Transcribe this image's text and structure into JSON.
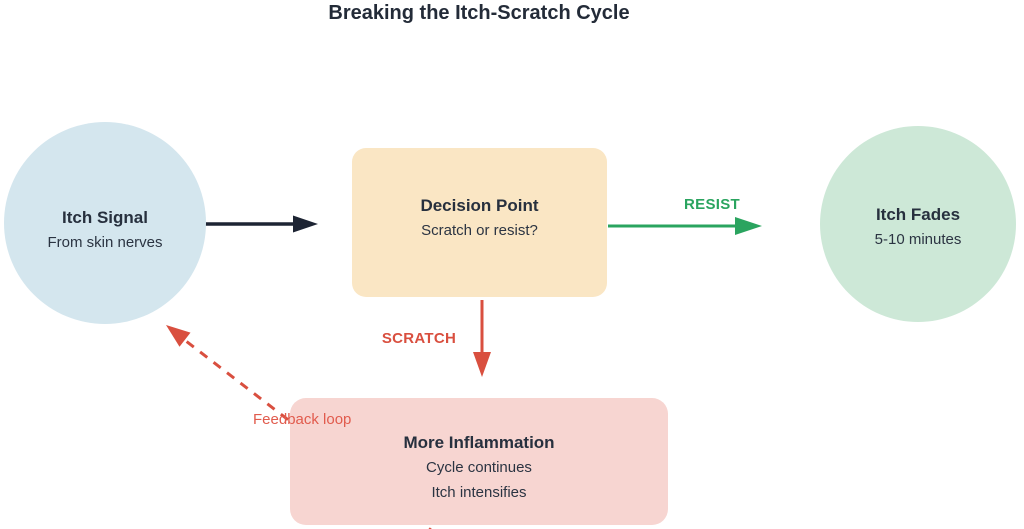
{
  "title": "Breaking the Itch-Scratch Cycle",
  "nodes": {
    "itch_signal": {
      "title": "Itch Signal",
      "subtitle": "From skin nerves"
    },
    "decision_point": {
      "title": "Decision Point",
      "subtitle": "Scratch or resist?"
    },
    "itch_fades": {
      "title": "Itch Fades",
      "subtitle": "5-10 minutes"
    },
    "more_inflammation": {
      "title": "More Inflammation",
      "line1": "Cycle continues",
      "line2": "Itch intensifies"
    }
  },
  "edges": {
    "resist_label": "RESIST",
    "scratch_label": "SCRATCH",
    "feedback_label": "Feedback loop"
  },
  "colors": {
    "background": "#ffffff",
    "title_text": "#232b38",
    "node_text": "#27303e",
    "itch_signal_fill": "#d4e6ee",
    "decision_fill": "#fae6c4",
    "itch_fades_fill": "#cde8d7",
    "inflammation_fill": "#f7d5d1",
    "resist_green": "#2aa45f",
    "scratch_red": "#d94f3f",
    "feedback_red": "#e15b4d",
    "signal_arrow_black": "#1d2433"
  }
}
